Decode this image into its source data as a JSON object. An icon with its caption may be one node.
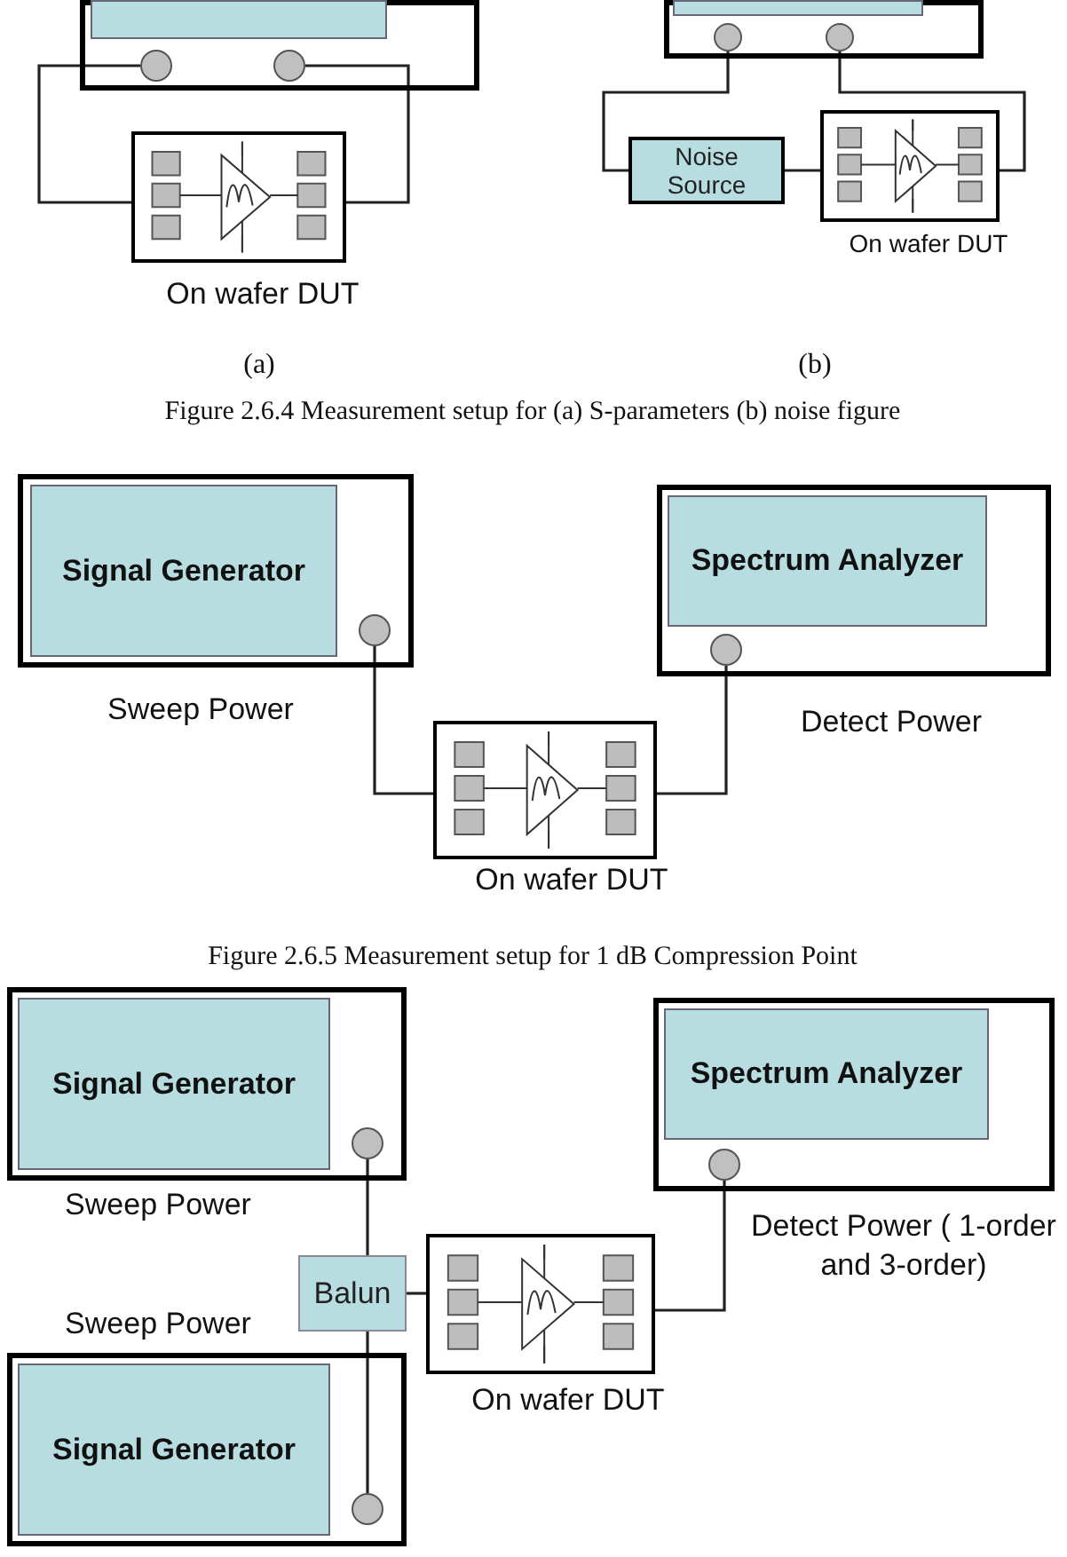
{
  "diagram": {
    "nodes": [
      {
        "text": [],
        "shape": "box"
      },
      {
        "text": [],
        "shape": "box",
        "in": 0
      },
      {
        "text": [],
        "shape": "circle",
        "in": 0
      },
      {
        "text": [],
        "shape": "circle",
        "in": 0
      },
      {
        "text": [],
        "shape": "box",
        "beside": [
          "On wafer DUT"
        ]
      },
      {
        "text": [],
        "shape": "box"
      },
      {
        "text": [],
        "shape": "box",
        "in": 5
      },
      {
        "text": [],
        "shape": "circle",
        "in": 5
      },
      {
        "text": [],
        "shape": "circle",
        "in": 5
      },
      {
        "text": [
          "Noise Source"
        ]
      },
      {
        "text": [],
        "shape": "box",
        "beside": [
          "On wafer DUT"
        ]
      },
      {
        "text": [],
        "shape": "box"
      },
      {
        "text": [
          "Signal Generator"
        ],
        "in": 11
      },
      {
        "text": [],
        "shape": "circle",
        "in": 11
      },
      {
        "text": [],
        "shape": "box"
      },
      {
        "text": [
          "Spectrum Analyzer"
        ],
        "in": 14
      },
      {
        "text": [],
        "shape": "circle",
        "in": 14
      },
      {
        "text": [],
        "shape": "box",
        "beside": [
          "On wafer DUT"
        ]
      },
      {
        "text": [],
        "shape": "box"
      },
      {
        "text": [
          "Signal Generator"
        ],
        "in": 18
      },
      {
        "text": [],
        "shape": "circle",
        "in": 18
      },
      {
        "text": [],
        "shape": "box"
      },
      {
        "text": [
          "Spectrum Analyzer"
        ],
        "in": 21
      },
      {
        "text": [],
        "shape": "circle",
        "in": 21
      },
      {
        "text": [
          "Balun"
        ]
      },
      {
        "text": [],
        "shape": "box",
        "beside": [
          "On wafer DUT"
        ]
      },
      {
        "text": [],
        "shape": "box"
      },
      {
        "text": [
          "Signal Generator"
        ],
        "in": 26
      },
      {
        "text": [],
        "shape": "circle",
        "in": 26
      }
    ],
    "edges": [
      {
        "from": 2,
        "to": 4,
        "arrow": "none"
      },
      {
        "from": 3,
        "to": 4,
        "arrow": "none"
      },
      {
        "from": 7,
        "to": 9,
        "arrow": "none"
      },
      {
        "from": 9,
        "to": 10,
        "arrow": "none"
      },
      {
        "from": 8,
        "to": 10,
        "arrow": "none"
      },
      {
        "from": 13,
        "to": 17,
        "arrow": "none"
      },
      {
        "from": 16,
        "to": 17,
        "arrow": "none"
      },
      {
        "from": 20,
        "to": 24,
        "arrow": "none"
      },
      {
        "from": 28,
        "to": 24,
        "arrow": "none"
      },
      {
        "from": 24,
        "to": 25,
        "arrow": "none"
      },
      {
        "from": 23,
        "to": 25,
        "arrow": "none"
      }
    ],
    "labels": [
      "(a)",
      "(b)",
      "Figure 2.6.4 Measurement setup for (a) S-parameters (b) noise figure",
      "Sweep Power",
      "Detect Power",
      "Figure 2.6.5 Measurement setup for 1 dB Compression Point",
      "Sweep Power",
      "Detect Power ( 1-order and 3-order)",
      "Sweep Power"
    ]
  }
}
